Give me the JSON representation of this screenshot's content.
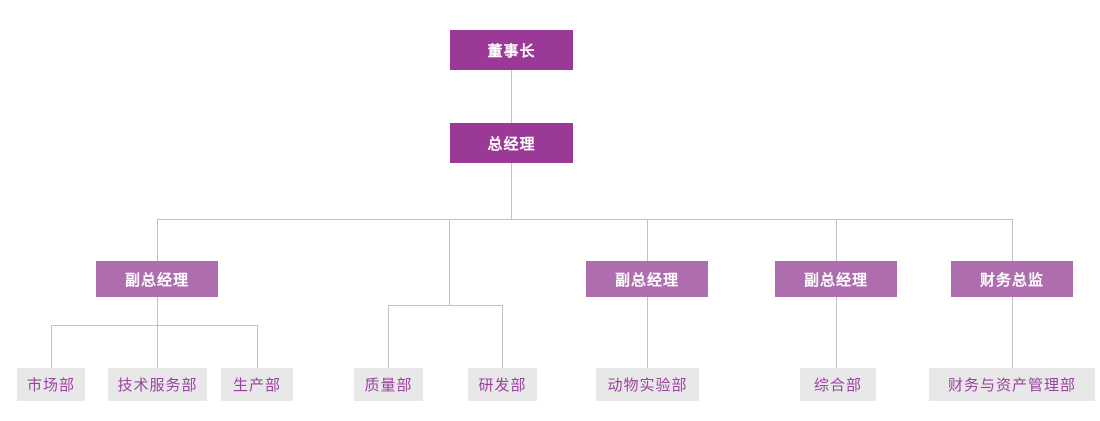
{
  "palette": {
    "page_bg": "#FFFFFF",
    "level1_fill": "#9B3A96",
    "level3_fill": "#AE6DAF",
    "leaf_fill": "#E9E8E9",
    "leaf_text": "#9B41A0",
    "white_text": "#FFFFFF",
    "line_color": "#B7C6D1"
  },
  "org": {
    "chairman": {
      "label": "董事长"
    },
    "general_manager": {
      "label": "总经理"
    },
    "executives": [
      {
        "label": "副总经理"
      },
      {
        "label": "副总经理"
      },
      {
        "label": "副总经理"
      },
      {
        "label": "财务总监"
      }
    ],
    "departments": [
      {
        "label": "市场部"
      },
      {
        "label": "技术服务部"
      },
      {
        "label": "生产部"
      },
      {
        "label": "质量部"
      },
      {
        "label": "研发部"
      },
      {
        "label": "动物实验部"
      },
      {
        "label": "综合部"
      },
      {
        "label": "财务与资产管理部"
      }
    ]
  }
}
